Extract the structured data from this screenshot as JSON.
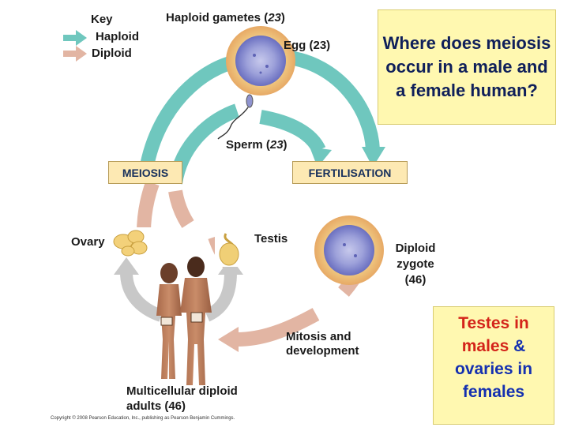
{
  "key": {
    "title": "Key",
    "haploid": "Haploid",
    "diploid": "Diploid"
  },
  "labels": {
    "haploid_gametes_prefix": "Haploid gametes (",
    "haploid_gametes_num": "23",
    "haploid_gametes_suffix": ")",
    "egg": "Egg (23)",
    "sperm_prefix": "Sperm (",
    "sperm_num": "23",
    "sperm_suffix": ")",
    "meiosis": "MEIOSIS",
    "fertilisation": "FERTILISATION",
    "ovary": "Ovary",
    "testis": "Testis",
    "zygote_line1": "Diploid",
    "zygote_line2": "zygote",
    "zygote_line3": "(46)",
    "mitosis_line1": "Mitosis and",
    "mitosis_line2": "development",
    "adults_line1": "Multicellular diploid",
    "adults_line2": "adults (46)"
  },
  "question": "Where does meiosis occur in a male and a female human?",
  "answer": {
    "part1": "Testes in",
    "part2": "males",
    "amp": "&",
    "part3": "ovaries in",
    "part4": "females"
  },
  "copyright": "Copyright © 2008 Pearson Education, Inc., publishing as Pearson Benjamin Cummings.",
  "colors": {
    "haploid_arrow": "#6fc7be",
    "diploid_arrow": "#e2b5a3",
    "gray_arrow": "#c8c8c8",
    "answer_red": "#d4241a",
    "answer_blue": "#1430b0"
  },
  "icons": [
    "egg-cell-icon",
    "sperm-icon",
    "zygote-cell-icon",
    "ovary-icon",
    "testis-icon",
    "human-figures-icon"
  ]
}
